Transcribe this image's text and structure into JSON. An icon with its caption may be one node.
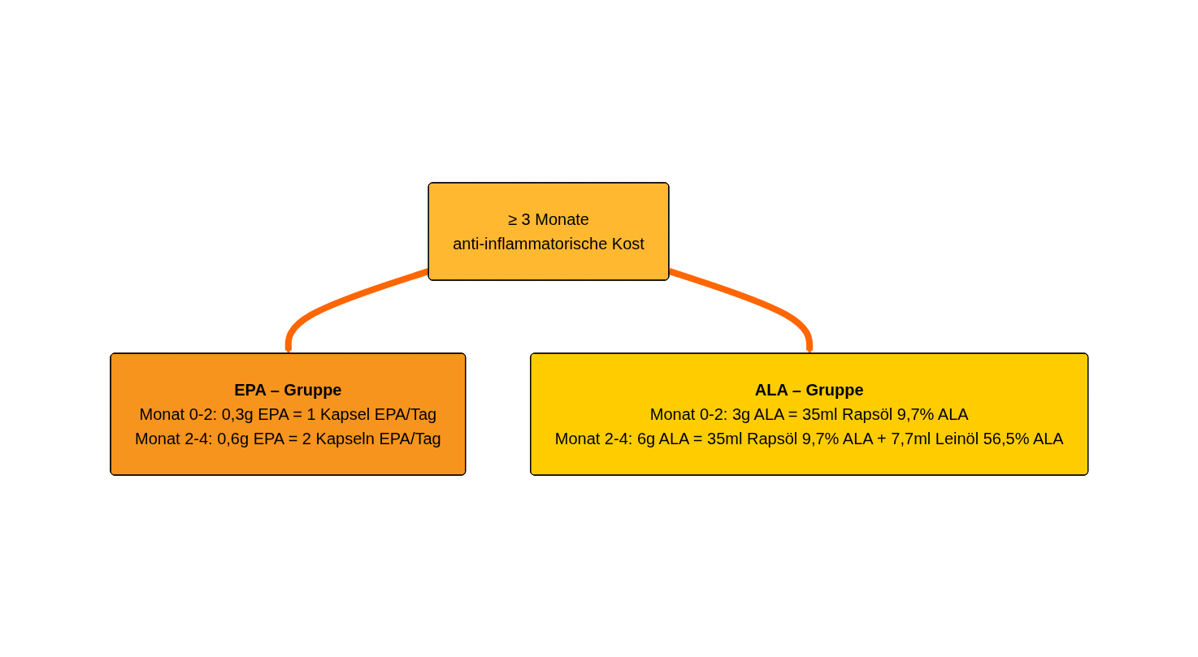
{
  "diagram": {
    "nodes": [
      {
        "text": [
          "≥ 3 Monate",
          "anti-inflammatorische Kost"
        ]
      },
      {
        "text": [
          "EPA – Gruppe",
          "Monat 0-2: 0,3g EPA = 1 Kapsel EPA/Tag",
          "Monat 2-4: 0,6g EPA = 2 Kapseln EPA/Tag"
        ]
      },
      {
        "text": [
          "ALA – Gruppe",
          "Monat 0-2: 3g ALA = 35ml Rapsöl 9,7% ALA",
          "Monat 2-4: 6g ALA = 35ml Rapsöl 9,7% ALA + 7,7ml Leinöl 56,5% ALA"
        ]
      }
    ],
    "edges": [
      {
        "from": 0,
        "to": 1,
        "arrow": "to",
        "color": "#ff6600"
      },
      {
        "from": 0,
        "to": 2,
        "arrow": "to",
        "color": "#ff6600"
      }
    ]
  }
}
